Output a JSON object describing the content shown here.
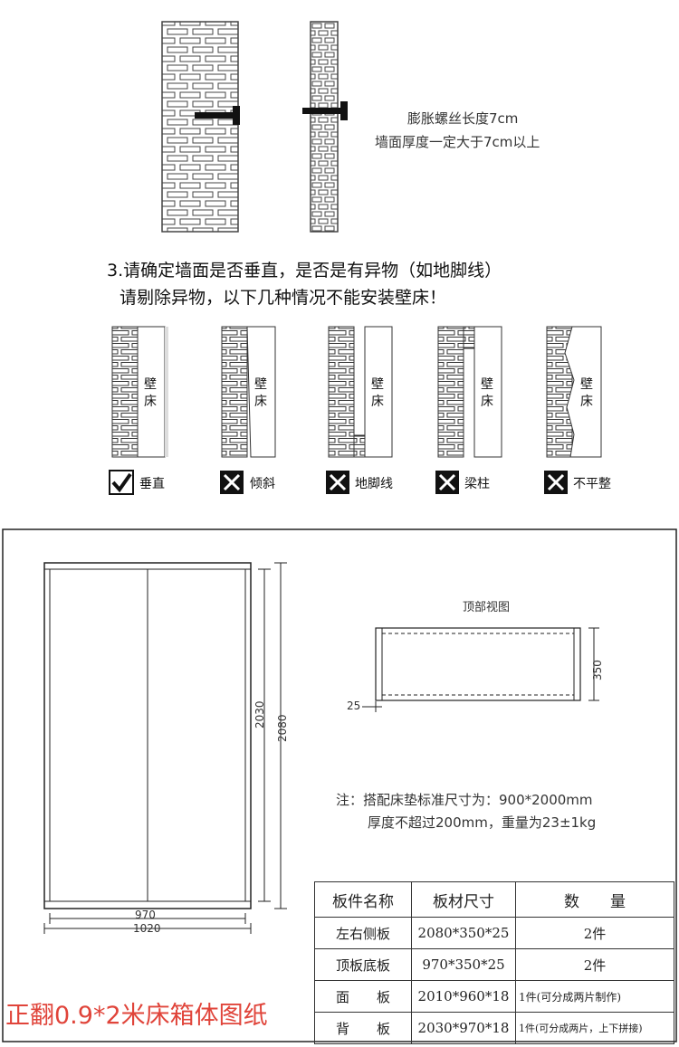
{
  "screw_note": {
    "line1": "膨胀螺丝长度7cm",
    "line2": "墙面厚度一定大于7cm以上"
  },
  "wall_check": {
    "line1": "3.请确定墙面是否垂直，是否是有异物（如地脚线）",
    "line2": "请剔除异物，以下几种情况不能安装壁床！",
    "panel_text": [
      "壁",
      "床"
    ],
    "cases": [
      {
        "label": "垂直",
        "mark": "check"
      },
      {
        "label": "倾斜",
        "mark": "cross"
      },
      {
        "label": "地脚线",
        "mark": "cross"
      },
      {
        "label": "梁柱",
        "mark": "cross"
      },
      {
        "label": "不平整",
        "mark": "cross"
      }
    ]
  },
  "drawing": {
    "front_dims": {
      "inner_height": "2030",
      "outer_height": "2080",
      "inner_width": "970",
      "outer_width": "1020"
    },
    "top_view": {
      "title": "顶部视图",
      "depth": "350",
      "thickness": "25"
    },
    "spec_note": {
      "line1": "注：搭配床垫标准尺寸为：900*2000mm",
      "line2": "厚度不超过200mm，重量为23±1kg"
    },
    "table": {
      "headers": [
        "板件名称",
        "板材尺寸",
        "数　　量"
      ],
      "rows": [
        [
          "左右侧板",
          "2080*350*25",
          "2件"
        ],
        [
          "顶板底板",
          "970*350*25",
          "2件"
        ],
        [
          "面　　板",
          "2010*960*18",
          "1件(可分成两片制作)"
        ],
        [
          "背　　板",
          "2030*970*18",
          "1件(可分成两片，上下拼接)"
        ]
      ]
    },
    "title": "正翻0.9*2米床箱体图纸"
  },
  "colors": {
    "title_red": "#e0443a",
    "line": "#222222"
  }
}
